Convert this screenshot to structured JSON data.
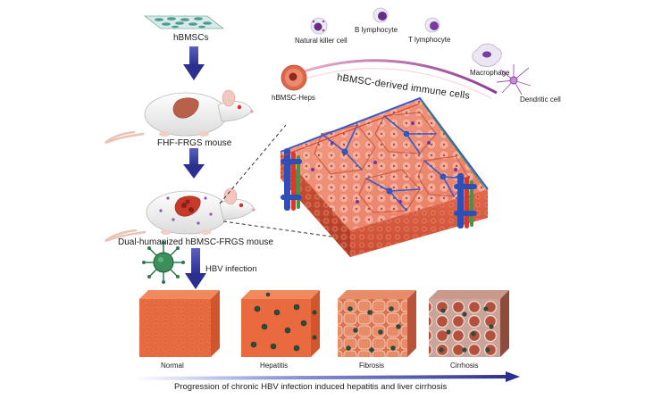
{
  "flow": {
    "hbmsc_label": "hBMSCs",
    "fhf_label": "FHF-FRGS mouse",
    "dual_label": "Dual-humanized hBMSC-FRGS mouse",
    "hbv_label": "HBV infection"
  },
  "immune": {
    "arc_label": "hBMSC-derived immune cells",
    "heps_label": "hBMSC-Heps",
    "cells": [
      {
        "label": "Natural killer cell"
      },
      {
        "label": "B lymphocyte"
      },
      {
        "label": "T lymphocyte"
      },
      {
        "label": "Macrophage"
      },
      {
        "label": "Dendritic cell"
      }
    ]
  },
  "progression": {
    "stages": [
      {
        "label": "Normal"
      },
      {
        "label": "Hepatitis"
      },
      {
        "label": "Fibrosis"
      },
      {
        "label": "Cirrhosis"
      }
    ],
    "caption": "Progression of chronic HBV infection induced hepatitis and liver cirrhosis"
  },
  "colors": {
    "arrow": "#2b2f8f",
    "liver": "#e0654a",
    "liver_dark": "#c14a33",
    "vein_blue": "#2f4fb5",
    "vein_red": "#d83a2a",
    "vein_green": "#3a9a4a",
    "virus": "#2f7a4a"
  }
}
